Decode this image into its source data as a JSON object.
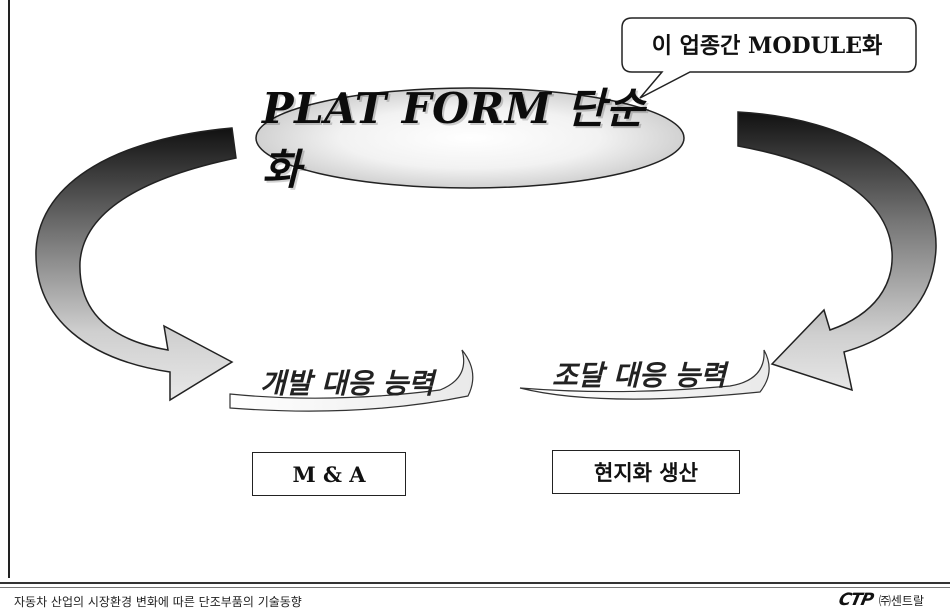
{
  "callout": {
    "text": "이 업종간 MODULE화"
  },
  "center": {
    "title": "PLAT FORM 단순화"
  },
  "left_branch": {
    "caption": "개발 대응 능력",
    "box": "M & A"
  },
  "right_branch": {
    "caption": "조달 대응 능력",
    "box": "현지화 생산"
  },
  "footer": {
    "left_text": "자동차 산업의 시장환경 변화에 따른 단조부품의 기술동향",
    "logo": "CTP",
    "company": "㈜센트랄"
  }
}
